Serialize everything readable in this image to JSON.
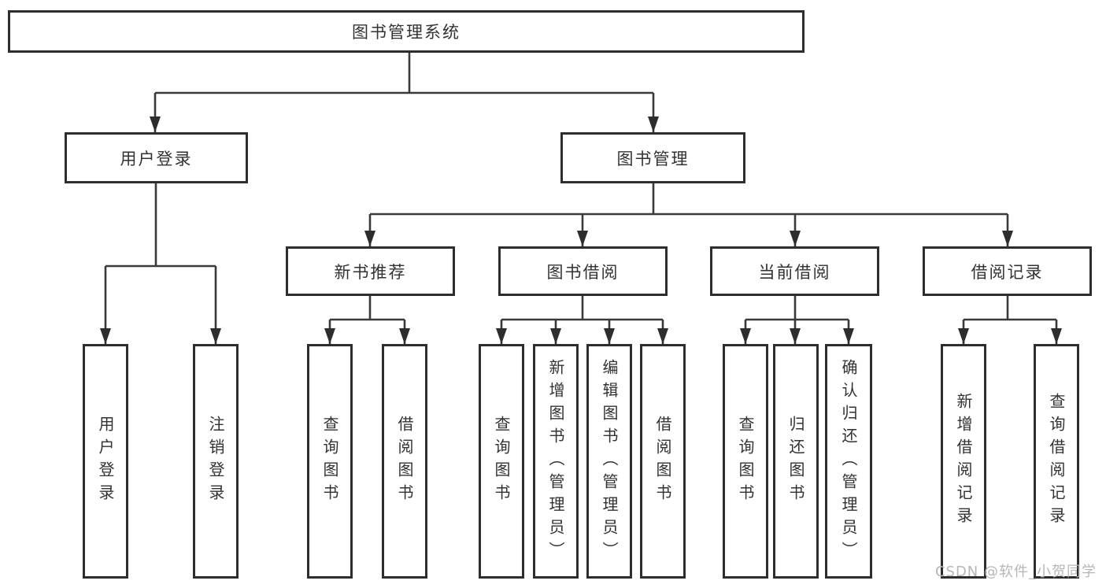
{
  "diagram": {
    "root": {
      "label": "图书管理系统"
    },
    "branches": [
      {
        "label": "用户登录",
        "children": [
          {
            "label": "用户登录"
          },
          {
            "label": "注销登录"
          }
        ]
      },
      {
        "label": "图书管理",
        "children": [
          {
            "label": "新书推荐",
            "children": [
              {
                "label": "查询图书"
              },
              {
                "label": "借阅图书"
              }
            ]
          },
          {
            "label": "图书借阅",
            "children": [
              {
                "label": "查询图书"
              },
              {
                "label": "新增图书（管理员）"
              },
              {
                "label": "编辑图书（管理员）"
              },
              {
                "label": "借阅图书"
              }
            ]
          },
          {
            "label": "当前借阅",
            "children": [
              {
                "label": "查询图书"
              },
              {
                "label": "归还图书"
              },
              {
                "label": "确认归还（管理员）"
              }
            ]
          },
          {
            "label": "借阅记录",
            "children": [
              {
                "label": "新增借阅记录"
              },
              {
                "label": "查询借阅记录"
              }
            ]
          }
        ]
      }
    ],
    "watermark": "CSDN @软件_小贺同学",
    "colors": {
      "line": "#3a3a3a",
      "border": "#2d2d2d",
      "text": "#303234",
      "watermark": "#b4b7ba",
      "background": "#ffffff"
    }
  }
}
